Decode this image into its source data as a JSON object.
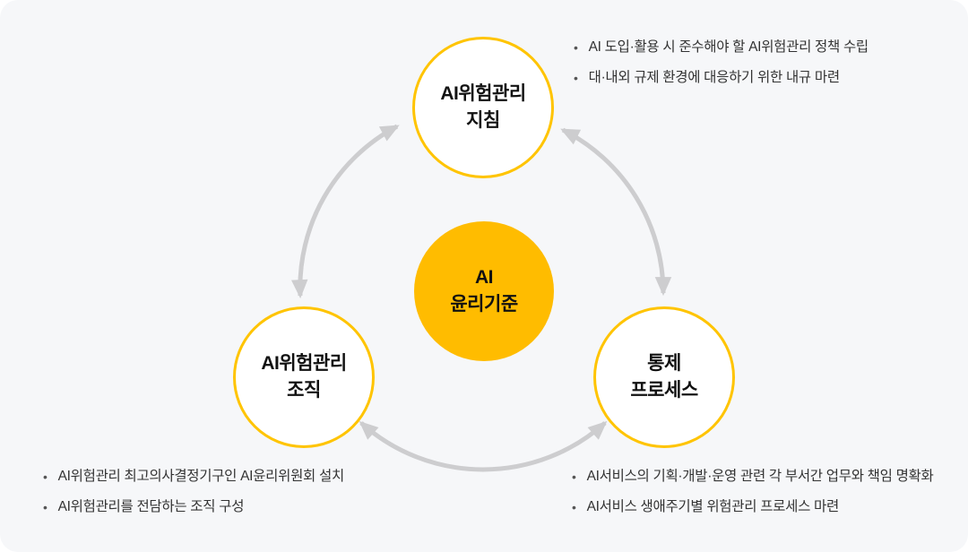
{
  "colors": {
    "panel_background": "#F6F7F9",
    "circle_border_yellow": "#FFC400",
    "center_circle_fill": "#FFBC00",
    "arrow_gray": "#CDCDCF",
    "label_text": "#111111",
    "bullet_text": "#333333"
  },
  "icons": {
    "bullet": "•"
  },
  "center": {
    "line1": "AI",
    "line2": "윤리기준"
  },
  "nodes": {
    "guideline": {
      "line1": "AI위험관리",
      "line2": "지침",
      "bullets": [
        "AI 도입·활용 시 준수해야 할 AI위험관리 정책 수립",
        "대·내외 규제 환경에 대응하기 위한 내규 마련"
      ]
    },
    "organization": {
      "line1": "AI위험관리",
      "line2": "조직",
      "bullets": [
        "AI위험관리 최고의사결정기구인 AI윤리위원회 설치",
        "AI위험관리를 전담하는 조직 구성"
      ]
    },
    "process": {
      "line1": "통제",
      "line2": "프로세스",
      "bullets": [
        "AI서비스의 기획·개발·운영 관련 각 부서간 업무와 책임 명확화",
        "AI서비스 생애주기별 위험관리 프로세스 마련"
      ]
    }
  }
}
